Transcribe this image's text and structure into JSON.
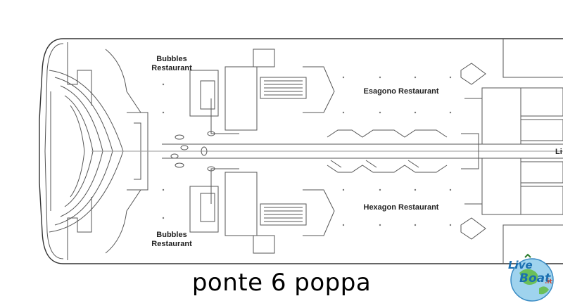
{
  "labels": {
    "bubbles_top_1": "Bubbles",
    "bubbles_top_2": "Restaurant",
    "bubbles_bottom_1": "Bubbles",
    "bubbles_bottom_2": "Restaurant",
    "esagono": "Esagono Restaurant",
    "hexagon": "Hexagon Restaurant",
    "edge_cut": "Li"
  },
  "caption": "ponte 6 poppa",
  "logo": {
    "line1": "Live",
    "line2": "Boat",
    "suffix": ".it"
  },
  "colors": {
    "line": "#555555",
    "text": "#222222",
    "logo_blue": "#1a6fb0"
  }
}
